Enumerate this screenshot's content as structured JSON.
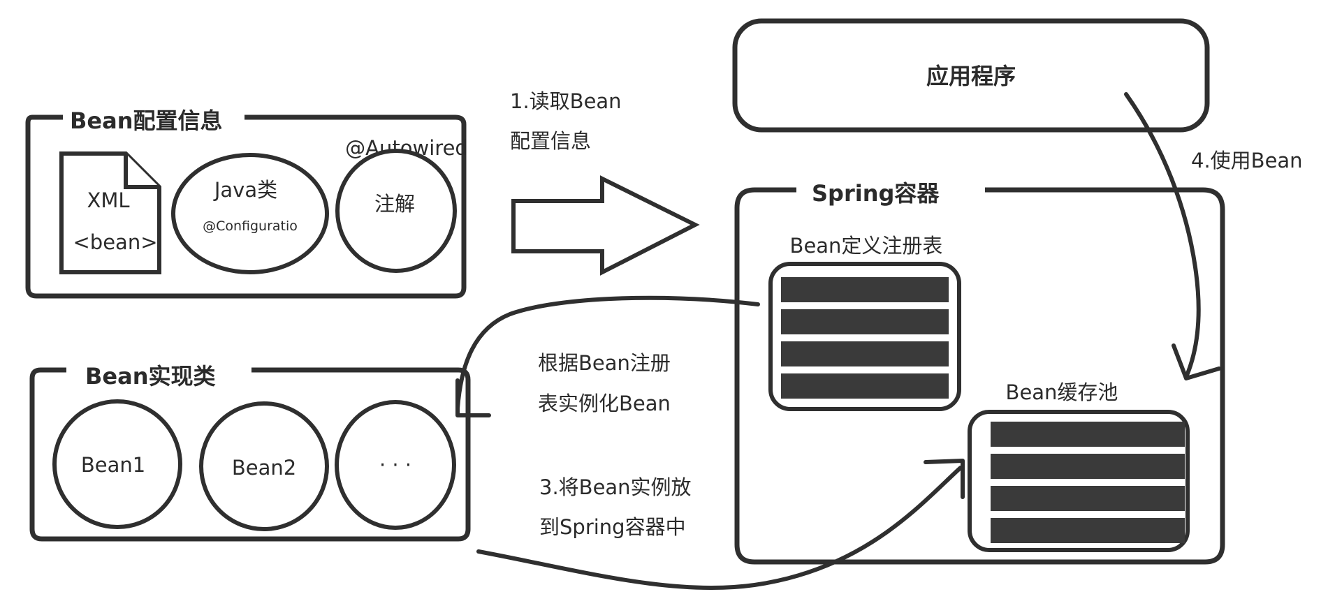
{
  "app": {
    "title": "应用程序"
  },
  "config_group": {
    "title": "Bean配置信息",
    "xml": {
      "label": "XML",
      "sub": "<bean>"
    },
    "java": {
      "label": "Java类",
      "sub": "@Configuratio"
    },
    "annotation": {
      "label": "注解",
      "tag": "@Autowired"
    }
  },
  "impl_group": {
    "title": "Bean实现类",
    "items": [
      "Bean1",
      "Bean2",
      "· · ·"
    ]
  },
  "container": {
    "title": "Spring容器",
    "registry": {
      "label": "Bean定义注册表",
      "rows": 4
    },
    "cache": {
      "label": "Bean缓存池",
      "rows": 4
    }
  },
  "steps": {
    "step1": {
      "line1": "1.读取Bean",
      "line2": "配置信息"
    },
    "step2": {
      "line1": "根据Bean注册",
      "line2": "表实例化Bean"
    },
    "step3": {
      "line1": "3.将Bean实例放",
      "line2": "到Spring容器中"
    },
    "step4": {
      "line1": "4.使用Bean"
    }
  },
  "colors": {
    "stroke": "#2f2f2f",
    "bar": "#3a3a3a",
    "text": "#2b2b2b"
  }
}
